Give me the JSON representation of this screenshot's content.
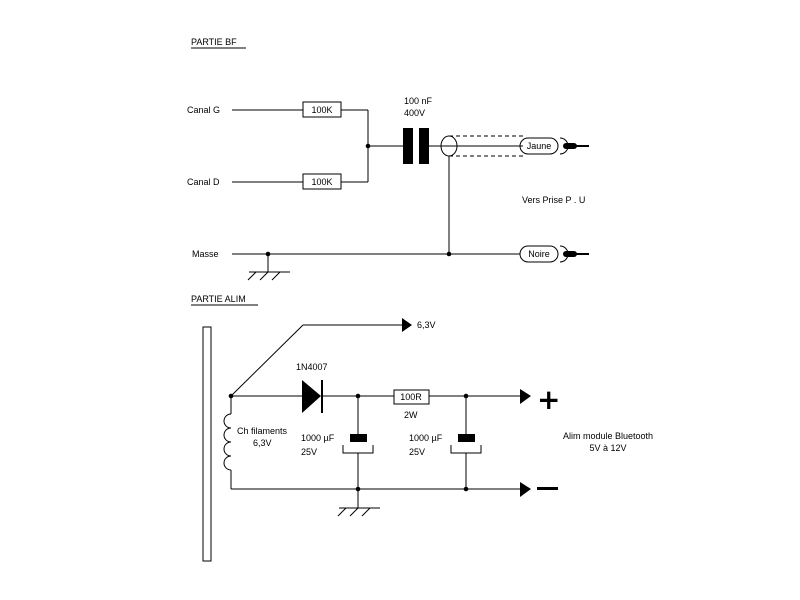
{
  "bf": {
    "title": "PARTIE BF",
    "canal_g": "Canal G",
    "canal_d": "Canal D",
    "masse": "Masse",
    "r1": "100K",
    "r2": "100K",
    "cap_value": "100 nF",
    "cap_voltage": "400V",
    "jaune": "Jaune",
    "noire": "Noire",
    "vers": "Vers Prise P . U"
  },
  "alim": {
    "title": "PARTIE ALIM",
    "v63_out": "6,3V",
    "diode": "1N4007",
    "coil_line1": "Ch filaments",
    "coil_line2": "6,3V",
    "c1_value": "1000 µF",
    "c1_voltage": "25V",
    "resistor": "100R",
    "resistor_power": "2W",
    "c2_value": "1000 µF",
    "c2_voltage": "25V",
    "plus": "+",
    "minus": "—",
    "module_line1": "Alim module Bluetooth",
    "module_line2": "5V à 12V"
  }
}
